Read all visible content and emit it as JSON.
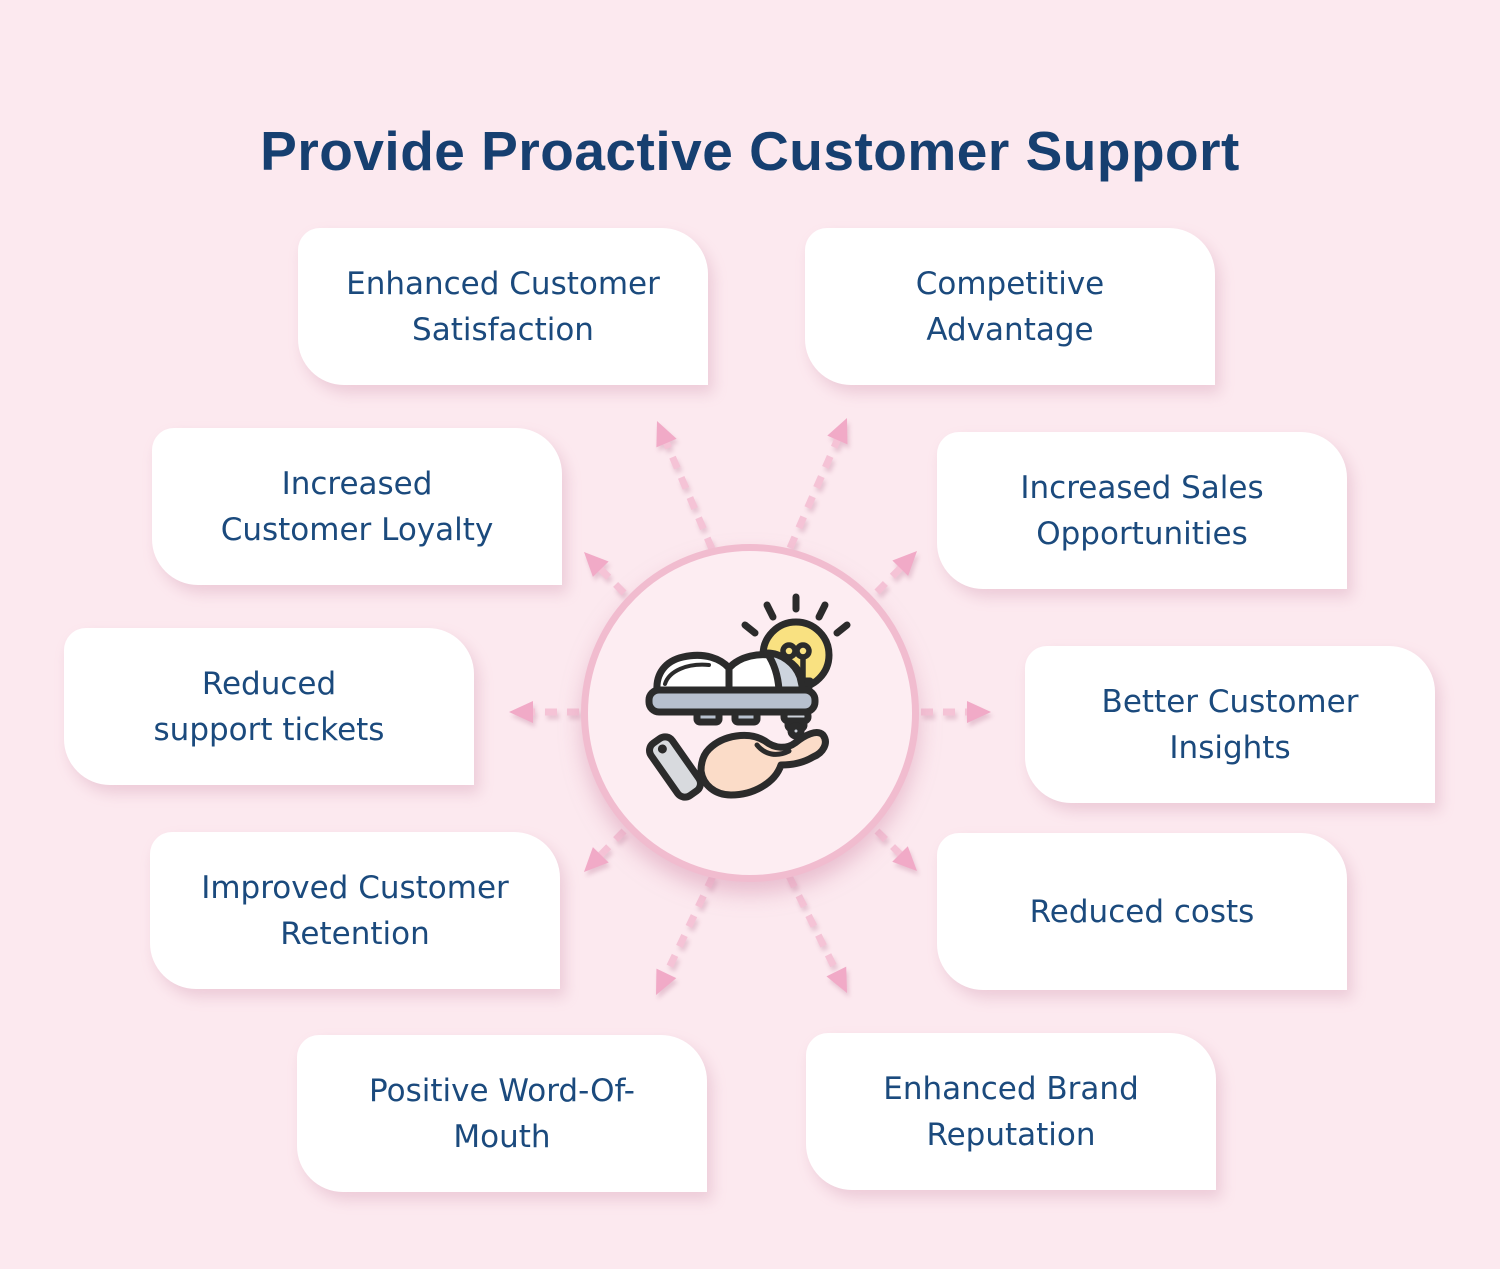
{
  "title": "Provide Proactive Customer Support",
  "center": {
    "icon": "hand-holding-open-book-lightbulb-icon"
  },
  "benefits": [
    {
      "id": "enhanced-customer-satisfaction",
      "label": "Enhanced Customer\nSatisfaction"
    },
    {
      "id": "competitive-advantage",
      "label": "Competitive\nAdvantage"
    },
    {
      "id": "increased-customer-loyalty",
      "label": "Increased\nCustomer Loyalty"
    },
    {
      "id": "increased-sales-opportunities",
      "label": "Increased Sales\nOpportunities"
    },
    {
      "id": "reduced-support-tickets",
      "label": "Reduced\nsupport tickets"
    },
    {
      "id": "better-customer-insights",
      "label": "Better Customer\nInsights"
    },
    {
      "id": "improved-customer-retention",
      "label": "Improved Customer\nRetention"
    },
    {
      "id": "reduced-costs",
      "label": "Reduced costs"
    },
    {
      "id": "positive-word-of-mouth",
      "label": "Positive Word-Of-\nMouth"
    },
    {
      "id": "enhanced-brand-reputation",
      "label": "Enhanced Brand\nReputation"
    }
  ],
  "colors": {
    "background": "#fce9ef",
    "card_background": "#ffffff",
    "text": "#1b4a7d",
    "title": "#163f70",
    "circle_fill": "#fdedf2",
    "circle_border": "#f1bccf",
    "arrow": "#f5c3d6",
    "arrow_head": "#f1aac7",
    "icon_outline": "#2b2b2b",
    "icon_bulb": "#f9e181",
    "icon_book_base": "#b7c0ce",
    "icon_hand": "#fbdcc8",
    "icon_cuff": "#d8dade"
  }
}
